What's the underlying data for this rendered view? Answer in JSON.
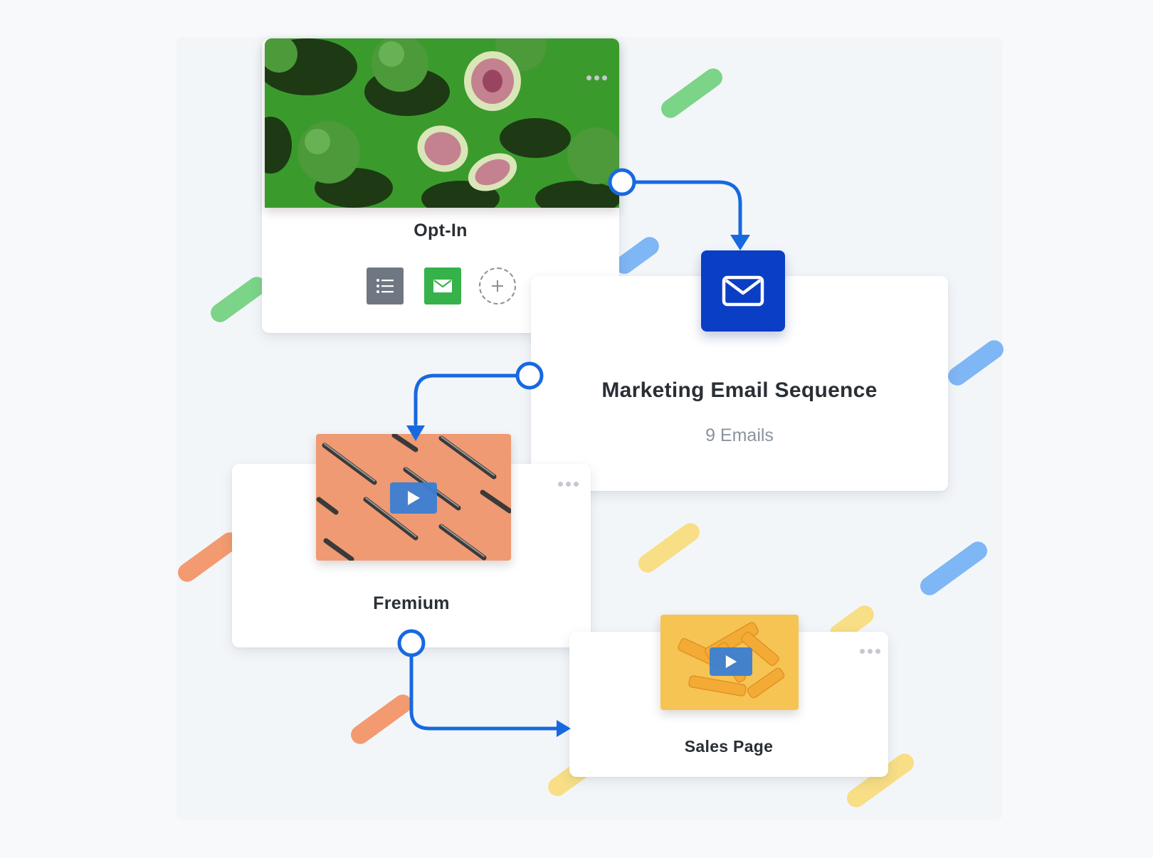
{
  "nodes": {
    "optin": {
      "title": "Opt-In",
      "menu_icon": "more-horizontal-icon"
    },
    "email_sequence": {
      "title": "Marketing Email Sequence",
      "subtitle": "9 Emails",
      "icon": "envelope-icon"
    },
    "fremium": {
      "title": "Fremium",
      "menu_icon": "more-horizontal-icon"
    },
    "sales_page": {
      "title": "Sales Page",
      "menu_icon": "more-horizontal-icon"
    }
  },
  "optin_tools": [
    {
      "icon": "list-icon",
      "color": "#6f7882"
    },
    {
      "icon": "envelope-icon",
      "color": "#36b24a"
    },
    {
      "icon": "plus-circle-icon",
      "color": "#8a9099"
    }
  ],
  "colors": {
    "connector": "#1769e0",
    "email_tile": "#0a3ec5",
    "fig_background": "#3a9b2c",
    "screws_background": "#ef9a72",
    "combs_background": "#f6c453",
    "play_button": "#3b7fd3"
  }
}
